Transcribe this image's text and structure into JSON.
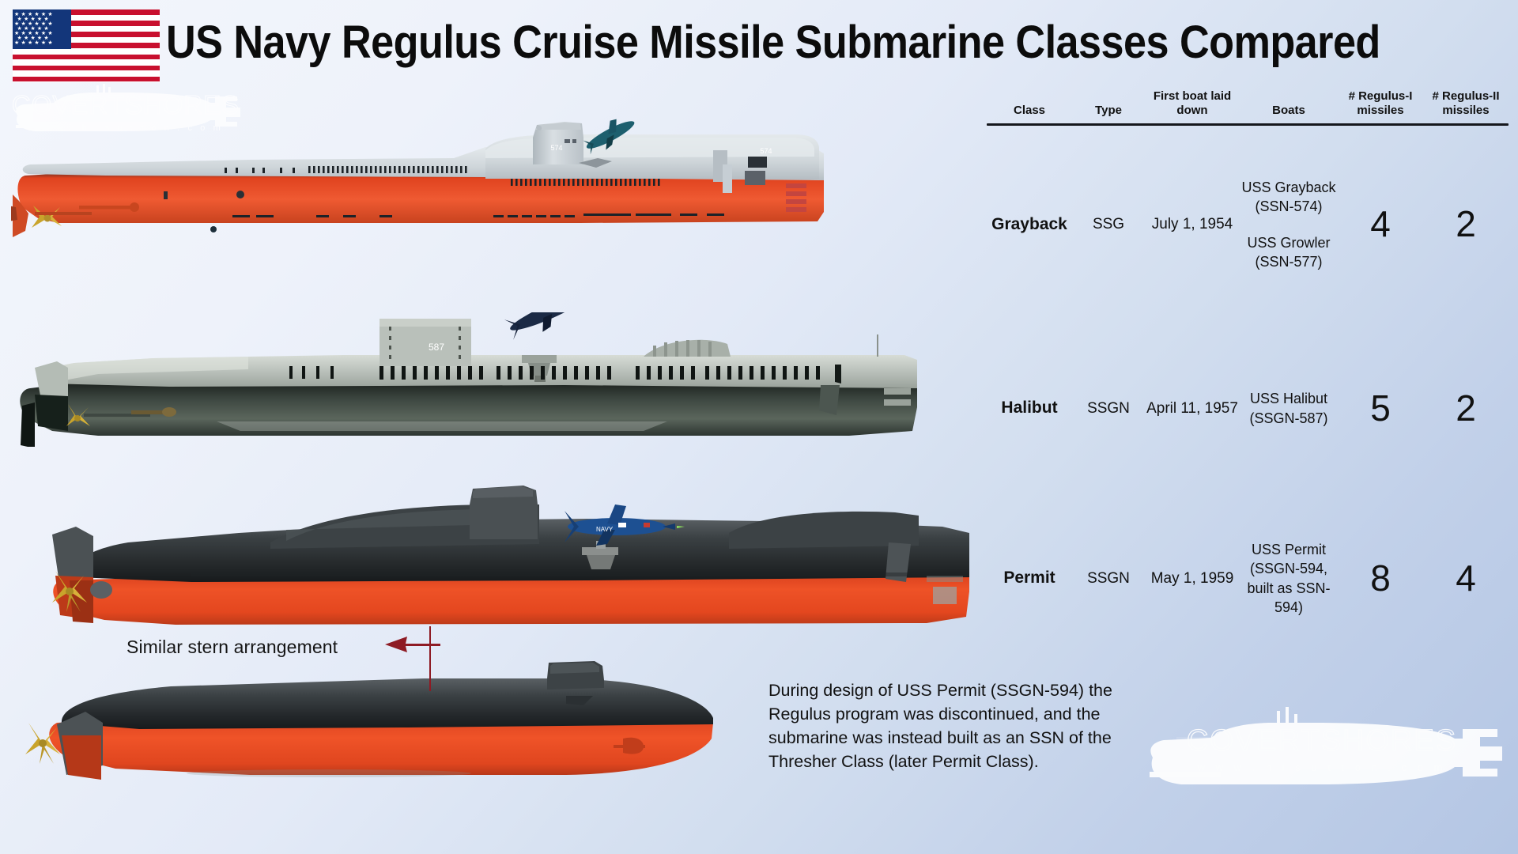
{
  "page": {
    "title": "US Navy Regulus Cruise Missile Submarine Classes Compared",
    "background_top_left": "#f3f6fc",
    "background_bottom_right": "#b4c6e4"
  },
  "flag": {
    "name": "united-states-flag",
    "red": "#c8102e",
    "blue": "#13367a",
    "white": "#ffffff"
  },
  "watermark": {
    "main": "COVERTSHORES",
    "sub": "w w w . h i s u t t o n . c o m"
  },
  "table": {
    "headers": [
      "Class",
      "Type",
      "First boat laid down",
      "Boats",
      "# Regulus-I missiles",
      "# Regulus-II missiles"
    ],
    "rows": [
      {
        "class": "Grayback",
        "type": "SSG",
        "laid_down": "July 1, 1954",
        "boats_line1": "USS Grayback (SSN-574)",
        "boats_line2": "USS Growler (SSN-577)",
        "regulus_1": "4",
        "regulus_2": "2"
      },
      {
        "class": "Halibut",
        "type": "SSGN",
        "laid_down": "April 11, 1957",
        "boats_line1": "USS Halibut (SSGN-587)",
        "boats_line2": "",
        "regulus_1": "5",
        "regulus_2": "2"
      },
      {
        "class": "Permit",
        "type": "SSGN",
        "laid_down": "May 1, 1959",
        "boats_line1": "USS Permit (SSGN-594, built as SSN-594)",
        "boats_line2": "",
        "regulus_1": "8",
        "regulus_2": "4"
      }
    ]
  },
  "annotation": {
    "label": "Similar stern arrangement",
    "arrow_color": "#8e1b24"
  },
  "note": {
    "text": "During design of USS Permit (SSGN-594) the Regulus program was discontinued, and the submarine was instead built as an SSN of the Thresher Class (later Permit Class)."
  },
  "submarines": [
    {
      "name": "grayback",
      "hull_number_sail": "574",
      "hull_number_hangar": "574",
      "hull_top_color": "#c8cdd2",
      "hull_bottom_color": "#e8411f",
      "missile_color": "#1d5f6e"
    },
    {
      "name": "halibut",
      "hull_number_sail": "587",
      "hull_top_color": "#b7bdb8",
      "hull_bottom_color": "#2d332c",
      "missile_color": "#1b2a45"
    },
    {
      "name": "permit-regulus",
      "hull_top_color": "#34383a",
      "hull_bottom_color": "#e8411f",
      "missile_color": "#1b4f86",
      "missile_marking": "NAVY"
    },
    {
      "name": "permit-thresher",
      "hull_top_color": "#34383a",
      "hull_bottom_color": "#e8411f"
    }
  ]
}
